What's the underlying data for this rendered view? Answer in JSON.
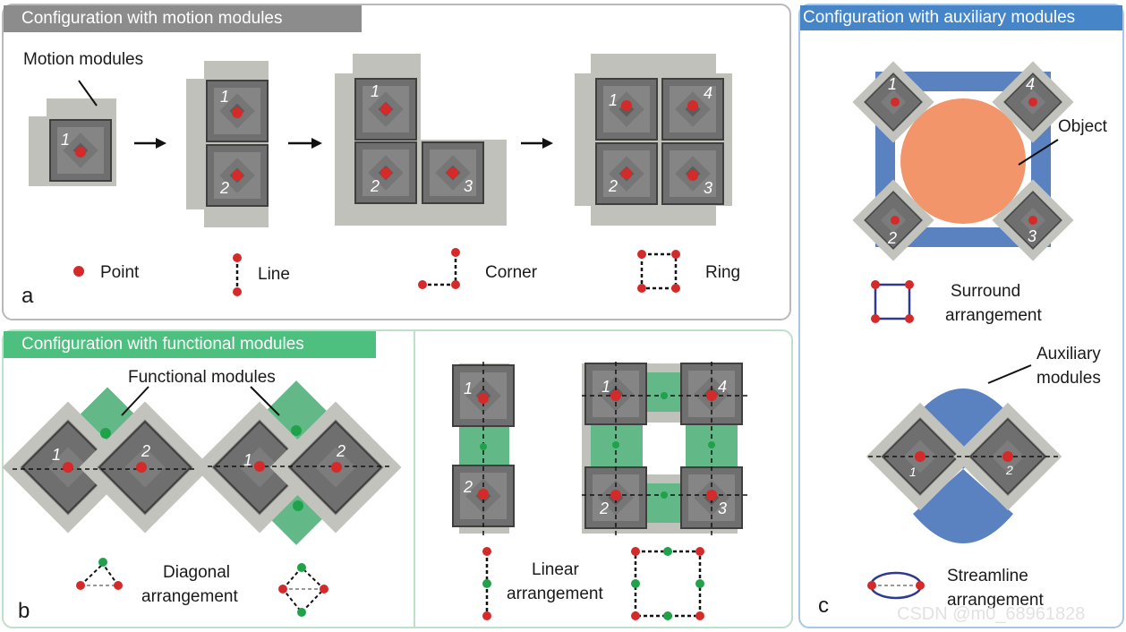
{
  "panel_a": {
    "header": "Configuration with motion modules",
    "annotation": "Motion modules",
    "legend": {
      "point": "Point",
      "line": "Line",
      "corner": "Corner",
      "ring": "Ring"
    },
    "tag": "a",
    "numbers": [
      "1",
      "2",
      "3",
      "4"
    ]
  },
  "panel_b": {
    "header": "Configuration with functional modules",
    "annotation": "Functional modules",
    "diagonal_line1": "Diagonal",
    "diagonal_line2": "arrangement",
    "linear_line1": "Linear",
    "linear_line2": "arrangement",
    "tag": "b"
  },
  "panel_c": {
    "header": "Configuration with auxiliary modules",
    "object_label": "Object",
    "surround_line1": "Surround",
    "surround_line2": "arrangement",
    "aux_line1": "Auxiliary",
    "aux_line2": "modules",
    "streamline_line1": "Streamline",
    "streamline_line2": "arrangement",
    "tag": "c"
  },
  "watermark": "CSDN @m0_68961828",
  "colors": {
    "motion_module": "#6b6b6b",
    "frame": "#bdbdb7",
    "functional": "#63b888",
    "auxiliary": "#5b82c0",
    "object": "#f2956b",
    "point": "#d42a2a",
    "green_point": "#1fa24a"
  }
}
